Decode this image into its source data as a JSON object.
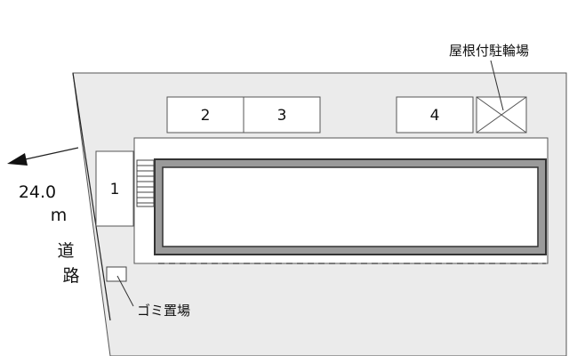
{
  "colors": {
    "lot_fill": "#ebebeb",
    "outline": "#555555",
    "building_fill": "#9a9a9a",
    "building_border": "#333333",
    "white": "#ffffff"
  },
  "parking": {
    "space_1": "1",
    "space_2": "2",
    "space_3": "3",
    "space_4": "4"
  },
  "labels": {
    "bicycle_parking": "屋根付駐輪場",
    "garbage_area": "ゴミ置場"
  },
  "road": {
    "width_value": "24.0",
    "width_unit": "m",
    "char_1": "道",
    "char_2": "路"
  }
}
